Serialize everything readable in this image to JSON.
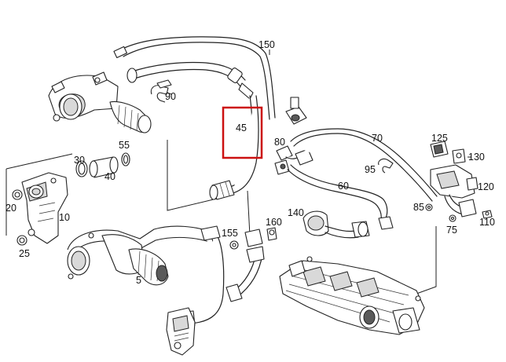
{
  "diagram": {
    "highlight_color": "#cc1111",
    "line_color": "#222222",
    "highlighted_part": "45",
    "callouts": [
      {
        "id": "150",
        "label": "150"
      },
      {
        "id": "90",
        "label": "90"
      },
      {
        "id": "45",
        "label": "45"
      },
      {
        "id": "70",
        "label": "70"
      },
      {
        "id": "80",
        "label": "80"
      },
      {
        "id": "125",
        "label": "125"
      },
      {
        "id": "55",
        "label": "55"
      },
      {
        "id": "30",
        "label": "30"
      },
      {
        "id": "40",
        "label": "40"
      },
      {
        "id": "95",
        "label": "95"
      },
      {
        "id": "130",
        "label": "130"
      },
      {
        "id": "60",
        "label": "60"
      },
      {
        "id": "120",
        "label": "120"
      },
      {
        "id": "20",
        "label": "20"
      },
      {
        "id": "10",
        "label": "10"
      },
      {
        "id": "140",
        "label": "140"
      },
      {
        "id": "85",
        "label": "85"
      },
      {
        "id": "160",
        "label": "160"
      },
      {
        "id": "75",
        "label": "75"
      },
      {
        "id": "110",
        "label": "110"
      },
      {
        "id": "155",
        "label": "155"
      },
      {
        "id": "25",
        "label": "25"
      },
      {
        "id": "5",
        "label": "5"
      }
    ]
  }
}
